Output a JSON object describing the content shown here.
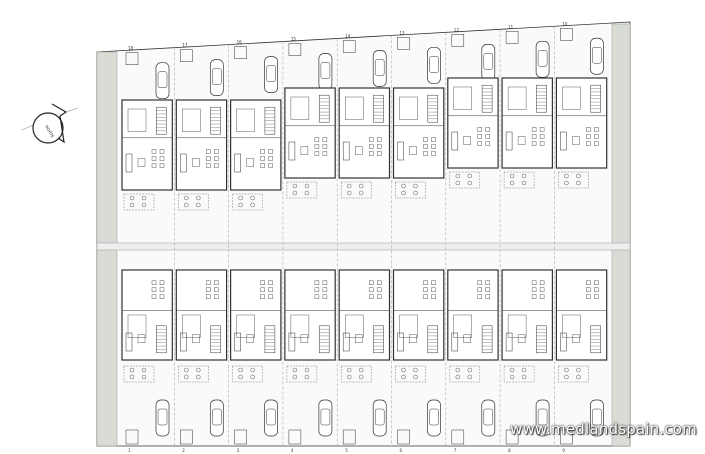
{
  "plan": {
    "compass_label": "NORTE",
    "top_plot_numbers": [
      "18",
      "17",
      "16",
      "15",
      "14",
      "13",
      "12",
      "11",
      "10"
    ],
    "bottom_plot_numbers": [
      "1",
      "2",
      "3",
      "4",
      "5",
      "6",
      "7",
      "8",
      "9"
    ],
    "line_color": "#333333",
    "landscape_color": "#d8dcd4"
  },
  "watermark": "www.medlandspain.com"
}
